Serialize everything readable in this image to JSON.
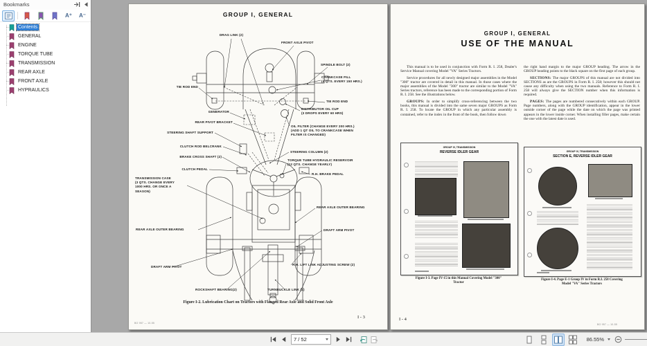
{
  "colors": {
    "selection_blue": "#2e7ed5",
    "doc_background": "#a8a8a8",
    "page_background": "#fbfaf6",
    "statusbar_background": "#f1f1f0",
    "bookmark_ribbon_selected": "#16a096",
    "bookmark_ribbon_default": "#9c4070"
  },
  "icons": {
    "pin_panel": "arrow-to-bar",
    "collapse_panel": "left-triangle",
    "bookmark_list_toggle": "list-panel",
    "bookmark_red": "ribbon-red",
    "bookmark_green": "ribbon-green",
    "bookmark_blue": "ribbon-blue",
    "increase_text": "A+",
    "decrease_text": "A-",
    "first_page": "bar-left-triangle",
    "prev_page": "left-triangle",
    "next_page": "right-triangle",
    "last_page": "right-triangle-bar",
    "previous_view": "page-back-arrow",
    "next_view": "page-forward-arrow",
    "view_single": "one-page",
    "view_continuous": "stacked-pages",
    "view_facing": "two-pages",
    "view_facing_continuous": "two-page-columns",
    "zoom_out": "circle-minus"
  },
  "sidebar": {
    "title": "Bookmarks",
    "toolbar": {
      "increase_label": "A⁺",
      "decrease_label": "A⁻"
    },
    "items": [
      {
        "label": "Contents",
        "selected": true
      },
      {
        "label": "GENERAL"
      },
      {
        "label": "ENGINE"
      },
      {
        "label": "TORQUE TUBE"
      },
      {
        "label": "TRANSMISSION"
      },
      {
        "label": "REAR AXLE"
      },
      {
        "label": "FRONT AXLE"
      },
      {
        "label": "HYPRAULICS"
      }
    ]
  },
  "statusbar": {
    "page_input": "7 / 52",
    "page_count_total": 52,
    "current_page": 7,
    "zoom_value": "86.55%"
  },
  "left_page": {
    "title": "GROUP I, GENERAL",
    "callouts": [
      "DRAG LINK (2)",
      "FRONT AXLE PIVOT",
      "SPINDLE BOLT (2)",
      "CRANKCASE FILL\n(4 QTS. EVERY 150 HRS.)",
      "TIE ROD END",
      "TIE ROD END",
      "GENERATOR",
      "DISTRIBUTOR OIL CUP\n(3 DROPS EVERY 60 HRS)",
      "REAR PIVOT BRACKET",
      "OIL FILTER  (CHANGE EVERY 200 HRS.)\n(ADD 1 QT OIL TO CRANKCASE WHEN\nFILTER IS CHANGED)",
      "STEERING SHAFT SUPPORT",
      "CLUTCH ROD BELCRANK",
      "STEERING COLUMN (2)",
      "BRAKE CROSS SHAFT (2)",
      "TORQUE TUBE HYDRAULIC RESERVOIR\n(12 QTS. CHANGE YEARLY)",
      "CLUTCH PEDAL",
      "R.H. BRAKE PEDAL",
      "TRANSMISSION CASE\n(3 QTS. CHANGE EVERY\n1000 HRS. OR ONCE A\nSEASON)",
      "REAR AXLE OUTER BEARING",
      "REAR AXLE OUTER BEARING",
      "DRAFT ARM PIVOT",
      "DRAFT ARM PIVOT",
      "R.H. LIFT LINK ADJUSTING SCREW (2)",
      "ROCKSHAFT BEARING(2)",
      "TURNBUCKLE LINK (2)"
    ],
    "caption": "Figure I-2.  Lubrication Chart on Tractors with Flanged Rear Axle and Solid Front Axle",
    "page_number": "I - 3",
    "print_code": "BO 957 — 10-55"
  },
  "right_page": {
    "group_heading": "GROUP I, GENERAL",
    "title": "USE OF THE MANUAL",
    "col1": [
      {
        "lead": "",
        "text": "This manual is to be used in conjunction with Form R. I. 258, Dealer's Service Manual covering Model \"VA\" Series Tractors."
      },
      {
        "lead": "",
        "text": "Service procedures for all newly designed major assemblies in the Model \"300\" tractor are covered in detail in this manual.  In those cases where the major assemblies of the Model \"300\" tractor are similar to the Model \"VA\" Series tractors, reference has been made to the corresponding portion of Form R. I. 258.  See the illustrations below."
      },
      {
        "lead": "GROUPS:",
        "text": " In order to simplify cross-referencing between the two books, this manual is divided into the same seven major GROUPS as Form R. I. 258.  To locate the GROUP in which any particular assembly is contained, refer to the index in the front of the book, then follow down"
      }
    ],
    "col2": [
      {
        "lead": "",
        "text": "the right hand margin to the major GROUP heading.  The arrow in the GROUP heading points to the black square on the first page of each group."
      },
      {
        "lead": "SECTIONS:",
        "text": " The major GROUPS of this manual are not divided into SECTIONS as are the GROUPS in Form R. I. 258; however this should not cause any difficulty when using the two manuals.  Reference to Form R. I. 258 will always give the SECTION number when this information is required."
      },
      {
        "lead": "PAGES:",
        "text": " The pages are numbered consecutively within each GROUP.  Page numbers, along with the GROUP identification, appear in the lower outside corner of the page while the date on which the page was printed appears in the lower inside corner.  When installing filler pages, make certain the one with the latest date is used."
      }
    ],
    "fig1": {
      "mini_header1": "GROUP IV, TRANSMISSION",
      "mini_header2": "REVERSE IDLER GEAR",
      "caption": "Figure I-3.  Page IV-15 in this Manual Covering Model \"300\"\nTractor"
    },
    "fig2": {
      "mini_header1": "GROUP IV, TRANSMISSION",
      "mini_header2": "SECTION E, REVERSE IDLER GEAR",
      "caption": "Figure I-4.  Page E-1 Group IV in Form R.I. 258 Covering\nModel \"VA\" Series Tractors"
    },
    "page_number": "I - 4",
    "print_code": "BO 957 — 10-55"
  }
}
